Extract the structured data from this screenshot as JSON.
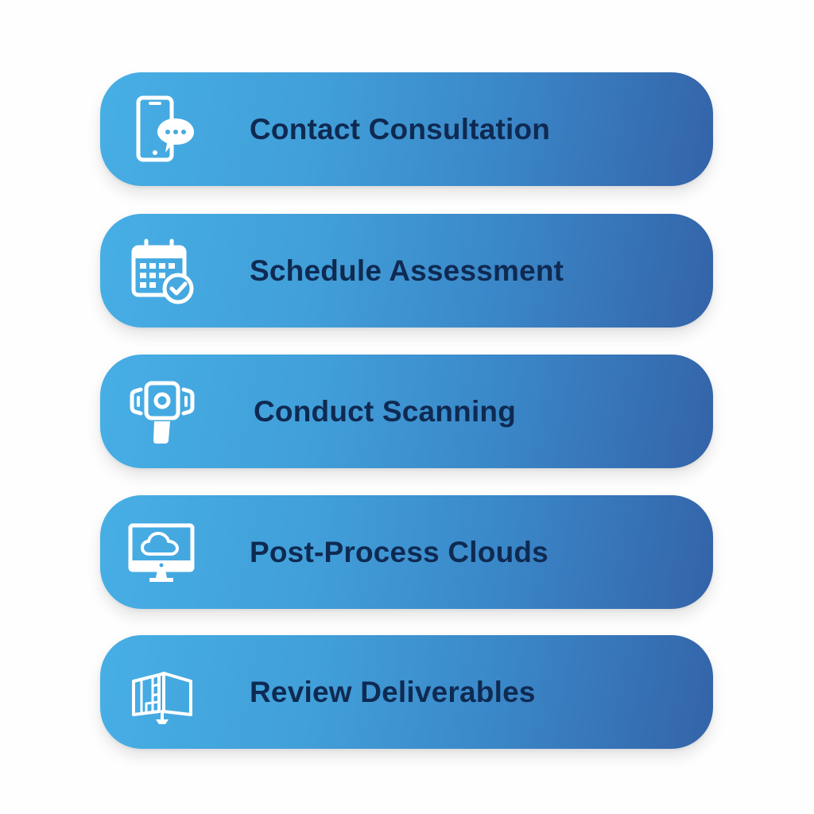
{
  "steps": [
    {
      "label": "Contact Consultation",
      "icon": "phone-chat-icon"
    },
    {
      "label": "Schedule Assessment",
      "icon": "calendar-check-icon"
    },
    {
      "label": "Conduct Scanning",
      "icon": "handheld-scanner-icon"
    },
    {
      "label": "Post-Process Clouds",
      "icon": "monitor-cloud-icon"
    },
    {
      "label": "Review Deliverables",
      "icon": "floorplan-display-icon"
    }
  ],
  "colors": {
    "gradient_start": "#47afe5",
    "gradient_end": "#3463a8",
    "label_text": "#0f2a52",
    "icon": "#ffffff",
    "background": "#fefefe"
  }
}
